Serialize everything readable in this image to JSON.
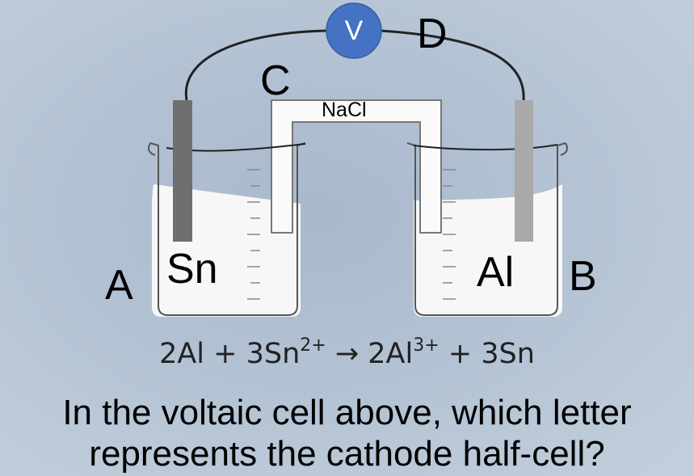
{
  "labels": {
    "a": "A",
    "b": "B",
    "c": "C",
    "d": "D",
    "sn": "Sn",
    "al": "Al",
    "salt_bridge": "NaCl",
    "voltmeter": "V"
  },
  "equation": {
    "c1": "2Al",
    "plus1": " + ",
    "c2": "3Sn",
    "c2_sup": "2+",
    "arrow": " → ",
    "c3": "2Al",
    "c3_sup": "3+",
    "plus2": " + ",
    "c4": "3Sn"
  },
  "question": {
    "line1": "In the voltaic cell above, which letter",
    "line2": "represents the cathode half-cell?"
  },
  "colors": {
    "voltmeter_fill": "#4472c4",
    "tin_electrode": "#6f6f6f",
    "aluminum_electrode": "#a9a9a9",
    "solution": "#f7f7f7"
  },
  "icons": {
    "voltmeter": "circle-v-icon",
    "beaker": "beaker-icon",
    "salt_bridge": "u-tube-icon"
  }
}
